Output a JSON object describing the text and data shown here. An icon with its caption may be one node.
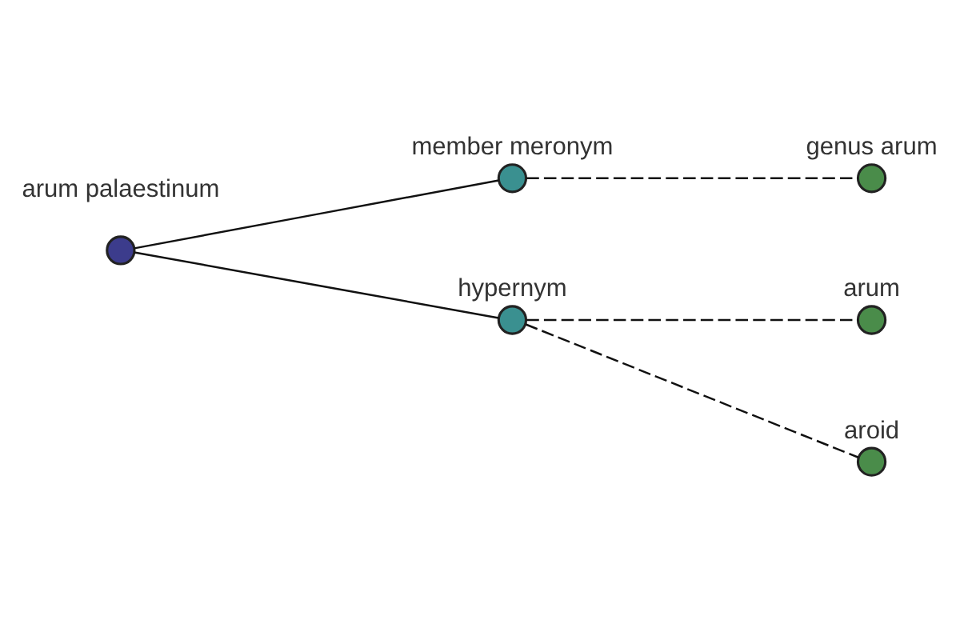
{
  "diagram": {
    "nodes": [
      {
        "text": [
          "arum palaestinum"
        ]
      },
      {
        "text": [
          "member meronym"
        ]
      },
      {
        "text": [
          "genus arum"
        ]
      },
      {
        "text": [
          "hypernym"
        ]
      },
      {
        "text": [
          "arum"
        ]
      },
      {
        "text": [
          "aroid"
        ]
      }
    ],
    "edges": [
      {
        "from": 0,
        "to": 1,
        "arrow": "none"
      },
      {
        "from": 1,
        "to": 2,
        "arrow": "none",
        "style": "dashed"
      },
      {
        "from": 0,
        "to": 3,
        "arrow": "none"
      },
      {
        "from": 3,
        "to": 4,
        "arrow": "none",
        "style": "dashed"
      },
      {
        "from": 3,
        "to": 5,
        "arrow": "none",
        "style": "dashed"
      }
    ]
  }
}
